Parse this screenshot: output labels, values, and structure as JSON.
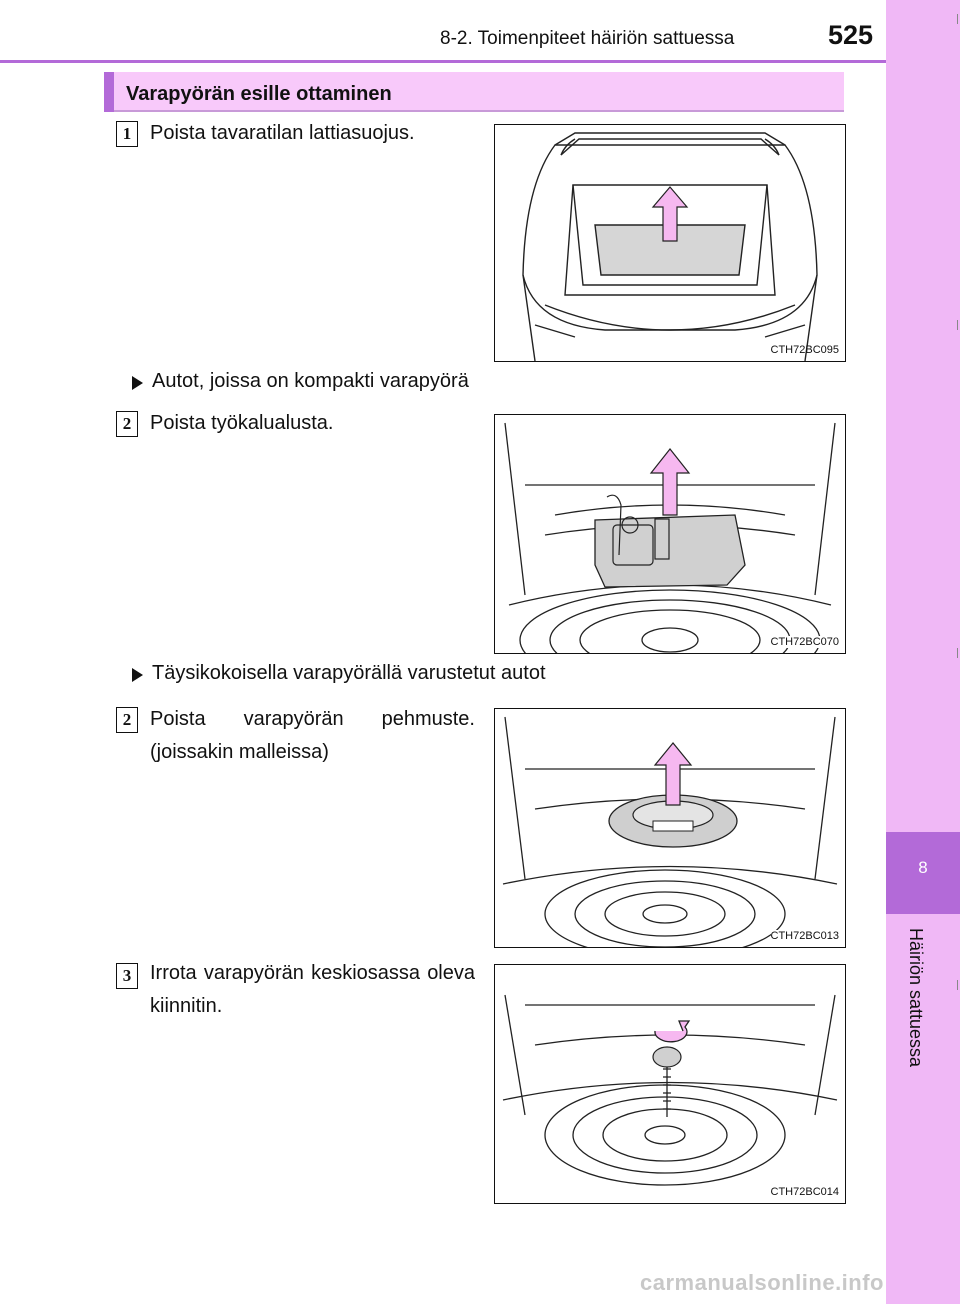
{
  "header": {
    "section": "8-2. Toimenpiteet häiriön sattuessa",
    "page_number": "525"
  },
  "side_tab": {
    "chapter_number": "8",
    "chapter_title": "Häiriön sattuessa"
  },
  "section_title": "Varapyörän esille ottaminen",
  "steps": [
    {
      "badge": "1",
      "text": "Poista tavaratilan lattiasuojus.",
      "figure_code": "CTH72BC095"
    },
    {
      "badge": "2",
      "text": "Poista työkalualusta.",
      "figure_code": "CTH72BC070"
    },
    {
      "badge": "2",
      "text": "Poista varapyörän pehmuste. (joissakin malleissa)",
      "figure_code": "CTH72BC013"
    },
    {
      "badge": "3",
      "text": "Irrota varapyörän keskiosassa oleva kiinnitin.",
      "figure_code": "CTH72BC014"
    }
  ],
  "subheads": [
    "Autot, joissa on kompakti varapyörä",
    "Täysikokoisella varapyörällä varustetut autot"
  ],
  "watermark": "carmanualsonline.info",
  "colors": {
    "accent": "#b36ad8",
    "tab_strip": "#f0b8f6",
    "banner": "#f8c9fa",
    "arrow_fill": "#f6b8f0"
  }
}
